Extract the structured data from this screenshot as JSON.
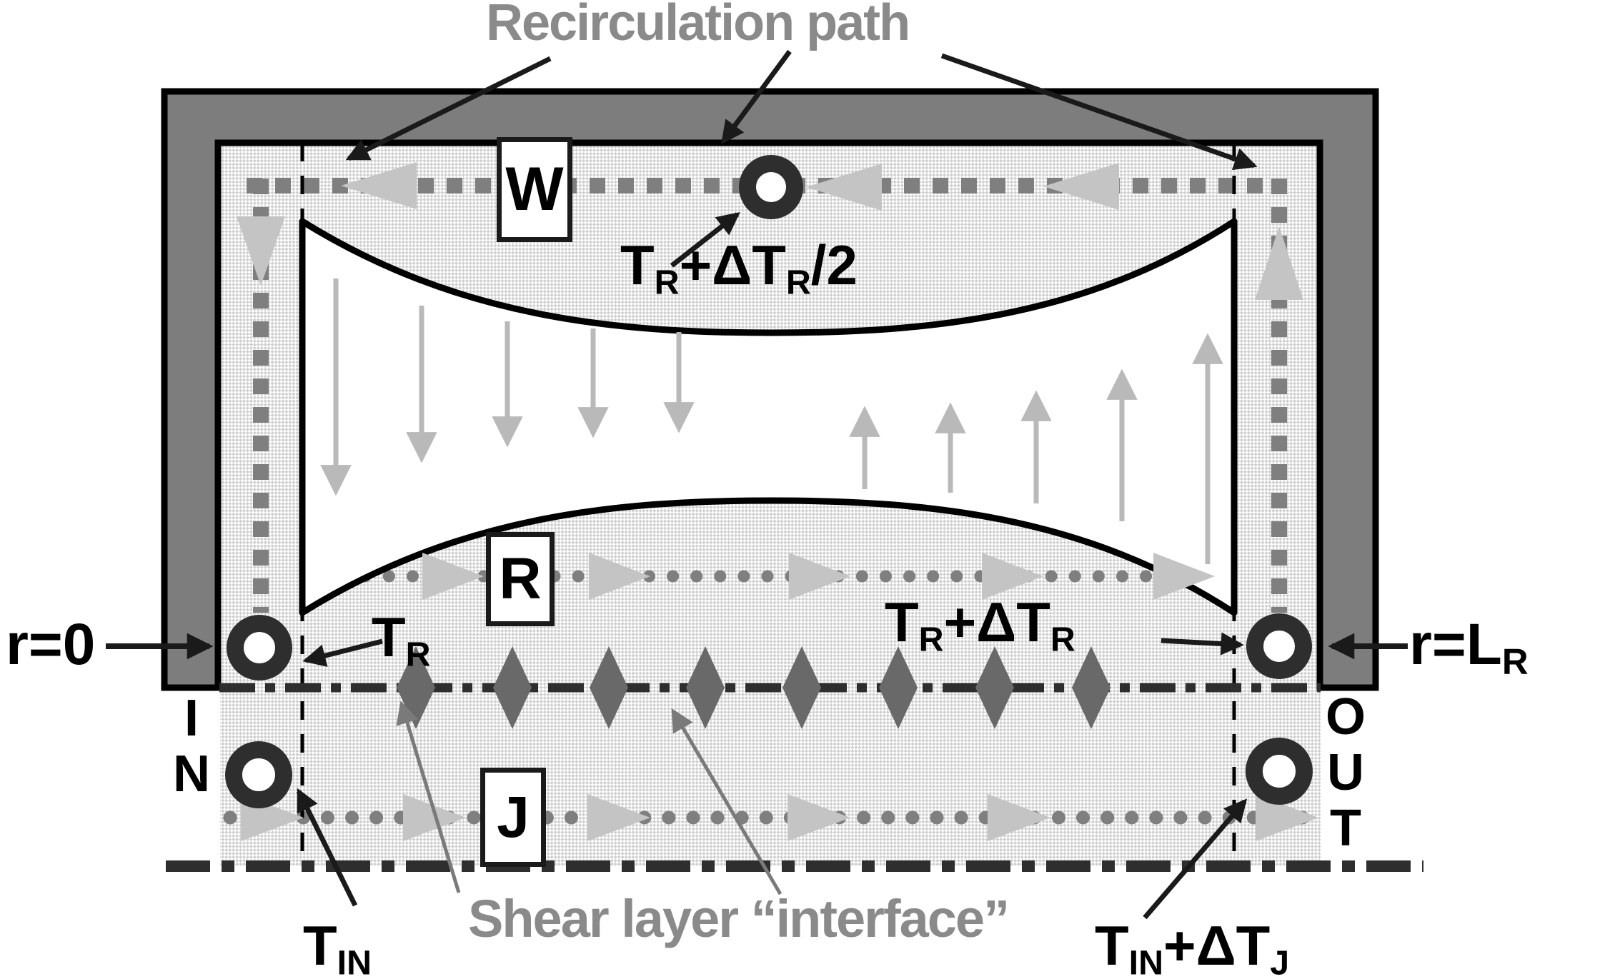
{
  "title": {
    "text": "Recirculation path"
  },
  "regions": {
    "wall_jet_label": "W",
    "recirculation_label": "R",
    "jet_label": "J"
  },
  "annotations": {
    "shear_layer": "Shear layer “interface”",
    "inlet_stack": "I\nN",
    "outlet_stack": "O\nU\nT",
    "r_zero": "r=0",
    "r_lr": {
      "t1": "r=L",
      "s1": "R"
    }
  },
  "temperatures": {
    "t_r_half": {
      "t1": "T",
      "s1": "R",
      "t2": "+ΔT",
      "s2": "R",
      "t3": "/2"
    },
    "t_r": {
      "t1": "T",
      "s1": "R"
    },
    "t_r_dt": {
      "t1": "T",
      "s1": "R",
      "t2": "+ΔT",
      "s2": "R"
    },
    "t_in": {
      "t1": "T",
      "s1": "IN"
    },
    "t_in_dt": {
      "t1": "T",
      "s1": "IN",
      "t2": "+ΔT",
      "s2": "J"
    }
  },
  "colors": {
    "wall_fill": "#7d7d7d",
    "outline_black": "#1a1a1a",
    "stipple_gray": "#cfcfcf",
    "recirc_dash_gray": "#7f7f7f",
    "flow_arrow_light": "#c4c4c4",
    "entrain_arrow": "#b9b9b9",
    "diamond_gray": "#696969",
    "axis_dark": "#2e2e2e",
    "label_gray": "#8a8a8a",
    "pointer_gray": "#7a7a7a",
    "marker_ring": "#2e2e2e"
  }
}
